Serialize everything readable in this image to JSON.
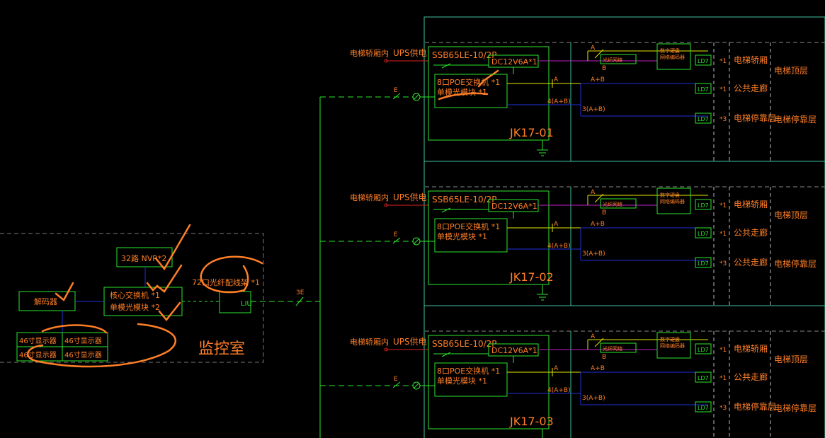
{
  "colors": {
    "background": "#000000",
    "frame": "#3fbf9f",
    "green": "#2ee62e",
    "orange": "#ff7f27",
    "blue": "#2030d8",
    "magenta": "#c020c0",
    "yellow": "#e6e600",
    "red": "#e02020"
  },
  "panels": [
    {
      "name": "JK17-01",
      "source_label": "电梯轿厢内",
      "ups_label": "UPS供电",
      "breaker_label": "SSB65LE-10/2P",
      "psu_label": "DC12V6A*1",
      "switch_line1": "8口POE交换机  *1",
      "switch_line2": "单模光模块    *1",
      "fiber_label": "E",
      "line_a_top": "A",
      "line_b_top": "B",
      "line_a2": "A",
      "line_ab": "A+B",
      "line_4ab": "4(A+B)",
      "line_3ab": "3(A+B)",
      "opt_label": "光纤网络",
      "enc_label": "数字硬盘网络编码器",
      "dev1_label": "LD7",
      "dev1_count": "*1",
      "dev1_loc": "电梯轿厢",
      "dev2_label": "LD7",
      "dev2_count": "*1",
      "dev2_loc": "公共走廊",
      "dev3_label": "LD7",
      "dev3_count": "*3",
      "dev3_loc": "电梯停靠层",
      "floor_top": "电梯顶层",
      "floor_bottom": "电梯停靠层"
    },
    {
      "name": "JK17-02",
      "source_label": "电梯轿厢内",
      "ups_label": "UPS供电",
      "breaker_label": "SSB65LE-10/2P",
      "psu_label": "DC12V6A*1",
      "switch_line1": "8口POE交换机  *1",
      "switch_line2": "单模光模块    *1",
      "fiber_label": "E",
      "line_a_top": "A",
      "line_b_top": "B",
      "line_a2": "A",
      "line_ab": "A+B",
      "line_4ab": "4(A+B)",
      "line_3ab": "3(A+B)",
      "opt_label": "光纤网络",
      "enc_label": "数字硬盘网络编码器",
      "dev1_label": "LD7",
      "dev1_count": "*1",
      "dev1_loc": "电梯轿厢",
      "dev2_label": "LD7",
      "dev2_count": "*1",
      "dev2_loc": "公共走廊",
      "dev3_label": "LD7",
      "dev3_count": "*3",
      "dev3_loc": "公共走廊",
      "floor_top": "电梯顶层",
      "floor_bottom": "电梯停靠层"
    },
    {
      "name": "JK17-03",
      "source_label": "电梯轿厢内",
      "ups_label": "UPS供电",
      "breaker_label": "SSB65LE-10/2P",
      "psu_label": "DC12V6A*1",
      "switch_line1": "8口POE交换机  *1",
      "switch_line2": "单模光模块    *1",
      "fiber_label": "E",
      "line_a_top": "A",
      "line_b_top": "B",
      "line_a2": "A",
      "line_ab": "A+B",
      "line_4ab": "4(A+B)",
      "line_3ab": "3(A+B)",
      "opt_label": "光纤网络",
      "enc_label": "数字硬盘网络编码器",
      "dev1_label": "LD7",
      "dev1_count": "*1",
      "dev1_loc": "电梯轿厢",
      "dev2_label": "LD7",
      "dev2_count": "*1",
      "dev2_loc": "公共走廊",
      "dev3_label": "LD7",
      "dev3_count": "*3",
      "dev3_loc": "电梯停靠层",
      "floor_top": "电梯顶层",
      "floor_bottom": "电梯停靠层"
    }
  ],
  "monitor_room": {
    "title": "监控室",
    "nvr_label": "32路 NVR*2",
    "core_switch_line1": "核心交换机  *1",
    "core_switch_line2": "单模光模块  *2",
    "decoder_label": "解码器",
    "odf_label": "72口光纤配线架  *1",
    "liu_label": "LIU",
    "trunk_label": "3E",
    "displays": [
      "46寸显示器",
      "46寸显示器",
      "46寸显示器",
      "46寸显示器"
    ]
  }
}
